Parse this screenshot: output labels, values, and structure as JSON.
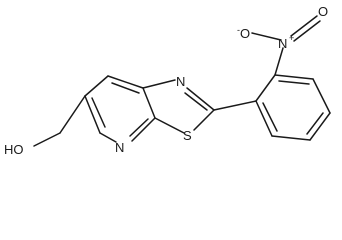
{
  "molecule": {
    "atoms": {
      "hydroxyl": "HO",
      "pyridine_n": "N",
      "thiazole_n": "N",
      "thiazole_s": "S",
      "nitro_n": "N",
      "nitro_n_charge": "+",
      "nitro_o_top": "O",
      "nitro_o_top_charge": "-",
      "nitro_o_right": "O"
    }
  }
}
